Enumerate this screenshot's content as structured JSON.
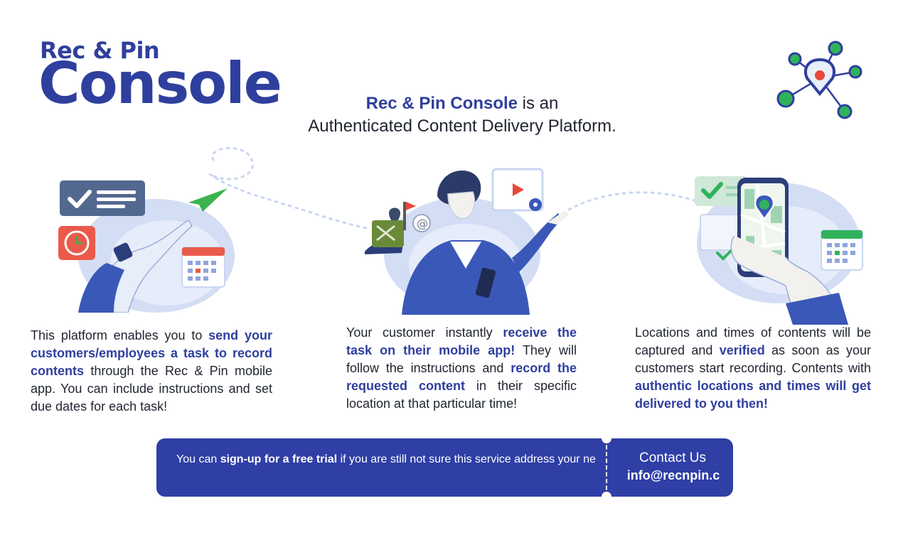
{
  "header": {
    "brand_line1": "Rec & Pin",
    "brand_line2": "Console"
  },
  "tagline": {
    "bold": "Rec & Pin Console",
    "rest1": " is an",
    "rest2": "Authenticated Content Delivery Platform."
  },
  "steps": [
    {
      "parts": [
        {
          "t": "This platform enables you to ",
          "b": false
        },
        {
          "t": "send your customers/employees a task to record contents",
          "b": true
        },
        {
          "t": " through the Rec & Pin mobile app. You can include instructions and set due dates for each task!",
          "b": false
        }
      ]
    },
    {
      "parts": [
        {
          "t": "Your customer instantly ",
          "b": false
        },
        {
          "t": "receive the task on their mobile app!",
          "b": true
        },
        {
          "t": " They will follow the instructions and ",
          "b": false
        },
        {
          "t": "record the requested content",
          "b": true
        },
        {
          "t": " in their specific location at that particular time!",
          "b": false
        }
      ]
    },
    {
      "parts": [
        {
          "t": "Locations and times of contents will be captured and ",
          "b": false
        },
        {
          "t": "verified",
          "b": true
        },
        {
          "t": " as soon as your customers start recording. Contents with ",
          "b": false
        },
        {
          "t": "authentic locations and times will get delivered to you then!",
          "b": true
        }
      ]
    }
  ],
  "banner": {
    "pre": "You can ",
    "bold": "sign-up for a free trial",
    "post": " if you are still not sure this service address your need! Feel free to contact us through our contact details if you have any",
    "contact_title": "Contact Us",
    "contact_email": "info@recnpin.c"
  },
  "icons": {
    "logo": "network-pin-icon",
    "illustration1": "hand-checklist-clock-calendar-illustration",
    "illustration2": "man-with-phone-video-illustration",
    "illustration3": "hand-phone-map-illustration"
  },
  "colors": {
    "brand_blue": "#2f3f9e",
    "banner_blue": "#2f3fa6",
    "accent_green": "#2fb35a",
    "accent_red": "#e8483c",
    "light_blue": "#c9d6f2"
  }
}
